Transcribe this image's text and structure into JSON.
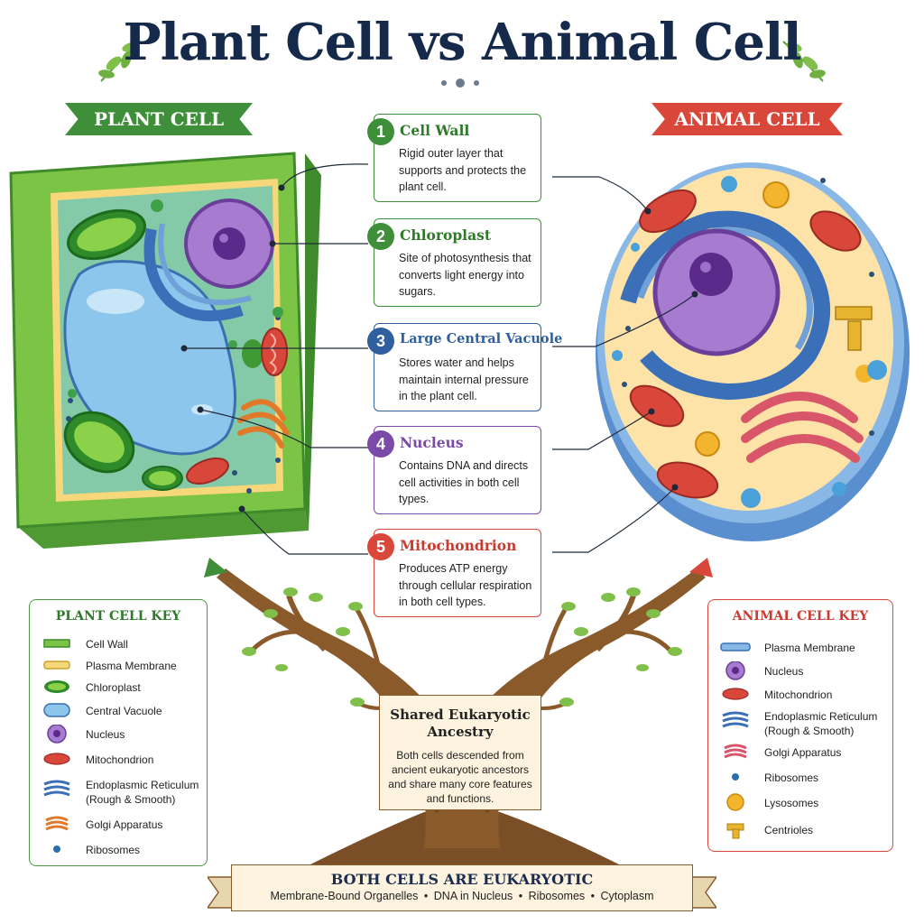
{
  "header": {
    "title": "Plant Cell vs Animal Cell"
  },
  "banners": {
    "plant": "PLANT CELL",
    "animal": "ANIMAL CELL"
  },
  "colors": {
    "navy": "#15294a",
    "plant_green": "#3f8f3a",
    "animal_red": "#d9473b",
    "vacuole_blue": "#3a6fb0",
    "nucleus_purple": "#7a4aa8",
    "mito_red": "#d9473b",
    "tree_brown": "#8a5a2b"
  },
  "labels": [
    {
      "num": "1",
      "title": "Cell Wall",
      "desc": "Rigid outer layer that supports and protects the plant cell.",
      "color": "#3f8f3a"
    },
    {
      "num": "2",
      "title": "Chloroplast",
      "desc": "Site of photosynthesis that converts light energy into sugars.",
      "color": "#3f8f3a"
    },
    {
      "num": "3",
      "title": "Large Central Vacuole",
      "desc": "Stores water and helps maintain internal pressure in the plant cell.",
      "color": "#2f5f9e"
    },
    {
      "num": "4",
      "title": "Nucleus",
      "desc": "Contains DNA and directs cell activities in both cell types.",
      "color": "#7a4aa8"
    },
    {
      "num": "5",
      "title": "Mitochondrion",
      "desc": "Produces ATP energy through cellular respiration in both cell types.",
      "color": "#d9473b"
    }
  ],
  "plant_key": {
    "title": "PLANT CELL KEY",
    "items": [
      {
        "label": "Cell Wall",
        "icon": "cell-wall-swatch"
      },
      {
        "label": "Plasma Membrane",
        "icon": "plasma-membrane-swatch"
      },
      {
        "label": "Chloroplast",
        "icon": "chloroplast-icon"
      },
      {
        "label": "Central Vacuole",
        "icon": "vacuole-icon"
      },
      {
        "label": "Nucleus",
        "icon": "nucleus-icon"
      },
      {
        "label": "Mitochondrion",
        "icon": "mitochondrion-icon"
      },
      {
        "label": "Endoplasmic Reticulum",
        "label2": "(Rough & Smooth)",
        "icon": "er-icon"
      },
      {
        "label": "Golgi Apparatus",
        "icon": "golgi-icon"
      },
      {
        "label": "Ribosomes",
        "icon": "ribosome-icon"
      }
    ]
  },
  "animal_key": {
    "title": "ANIMAL CELL KEY",
    "items": [
      {
        "label": "Plasma Membrane",
        "icon": "plasma-membrane-swatch"
      },
      {
        "label": "Nucleus",
        "icon": "nucleus-icon"
      },
      {
        "label": "Mitochondrion",
        "icon": "mitochondrion-icon"
      },
      {
        "label": "Endoplasmic Reticulum",
        "label2": "(Rough & Smooth)",
        "icon": "er-icon"
      },
      {
        "label": "Golgi Apparatus",
        "icon": "golgi-icon"
      },
      {
        "label": "Ribosomes",
        "icon": "ribosome-icon"
      },
      {
        "label": "Lysosomes",
        "icon": "lysosome-icon"
      },
      {
        "label": "Centrioles",
        "icon": "centriole-icon"
      }
    ]
  },
  "shared": {
    "title": "Shared Eukaryotic Ancestry",
    "desc": "Both cells descended from ancient eukaryotic ancestors and share many core features and functions."
  },
  "bottom": {
    "title": "BOTH CELLS ARE EUKARYOTIC",
    "items": [
      "Membrane-Bound Organelles",
      "DNA in Nucleus",
      "Ribosomes",
      "Cytoplasm"
    ]
  }
}
